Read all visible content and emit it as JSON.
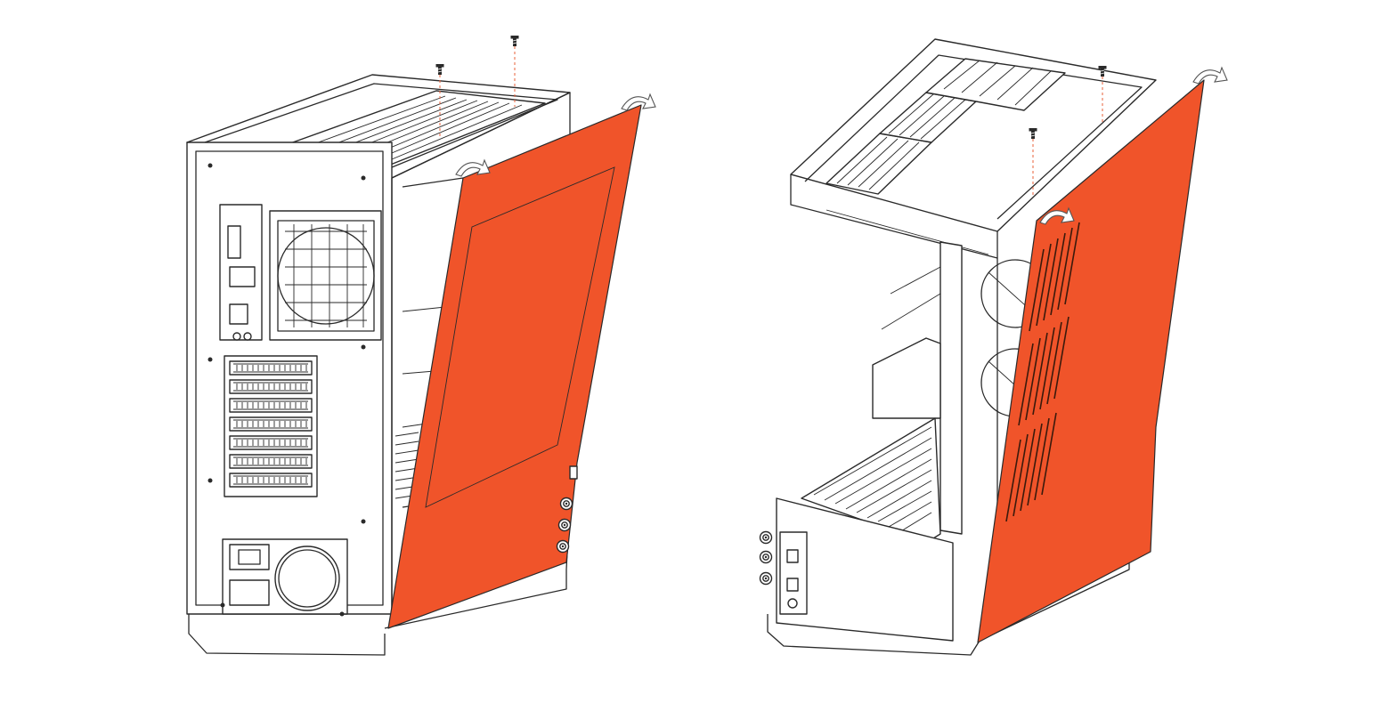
{
  "colors": {
    "side_panel": "#f0542a",
    "outline": "#2a2a2a",
    "screw_guide": "#e8603a",
    "background": "#ffffff"
  },
  "icons": {
    "screw": "screw-icon",
    "rotate_arrow": "rotate-arrow-icon"
  },
  "views": [
    {
      "id": "rear-view",
      "screws": 2,
      "tilt_arrows": 2
    },
    {
      "id": "front-view",
      "screws": 2,
      "tilt_arrows": 2
    }
  ]
}
